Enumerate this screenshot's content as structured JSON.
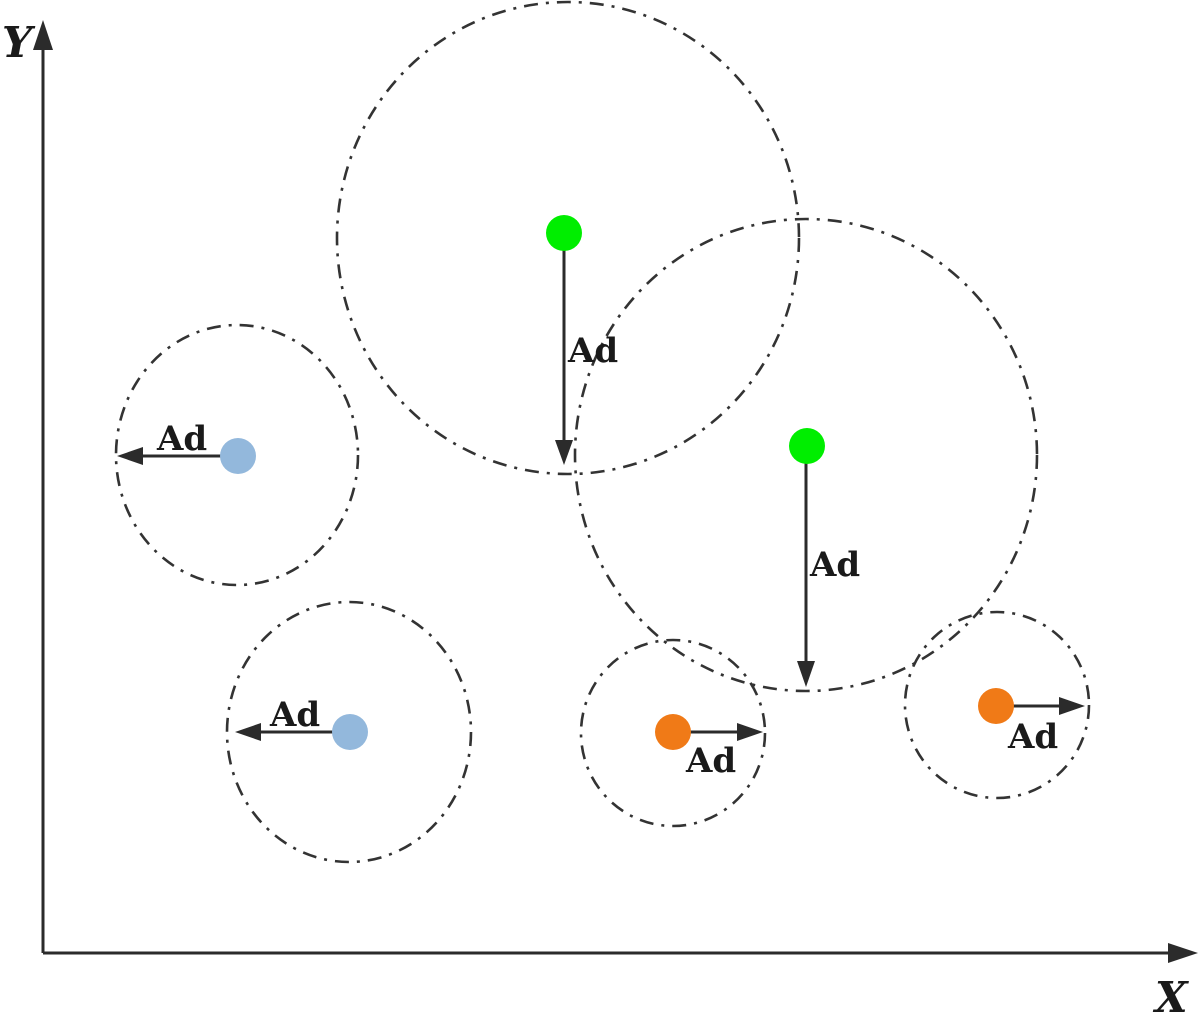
{
  "axes": {
    "x_label": "X",
    "y_label": "Y"
  },
  "colors": {
    "green": "#00ee00",
    "blue": "#93b8dc",
    "orange": "#f07a17",
    "line": "#2b2b2b"
  },
  "arrow_label": "Ad",
  "nodes": [
    {
      "color_key": "green",
      "arrow_direction": "down",
      "label": "Ad"
    },
    {
      "color_key": "green",
      "arrow_direction": "down",
      "label": "Ad"
    },
    {
      "color_key": "blue",
      "arrow_direction": "left",
      "label": "Ad"
    },
    {
      "color_key": "blue",
      "arrow_direction": "left",
      "label": "Ad"
    },
    {
      "color_key": "orange",
      "arrow_direction": "right",
      "label": "Ad"
    },
    {
      "color_key": "orange",
      "arrow_direction": "right",
      "label": "Ad"
    }
  ]
}
